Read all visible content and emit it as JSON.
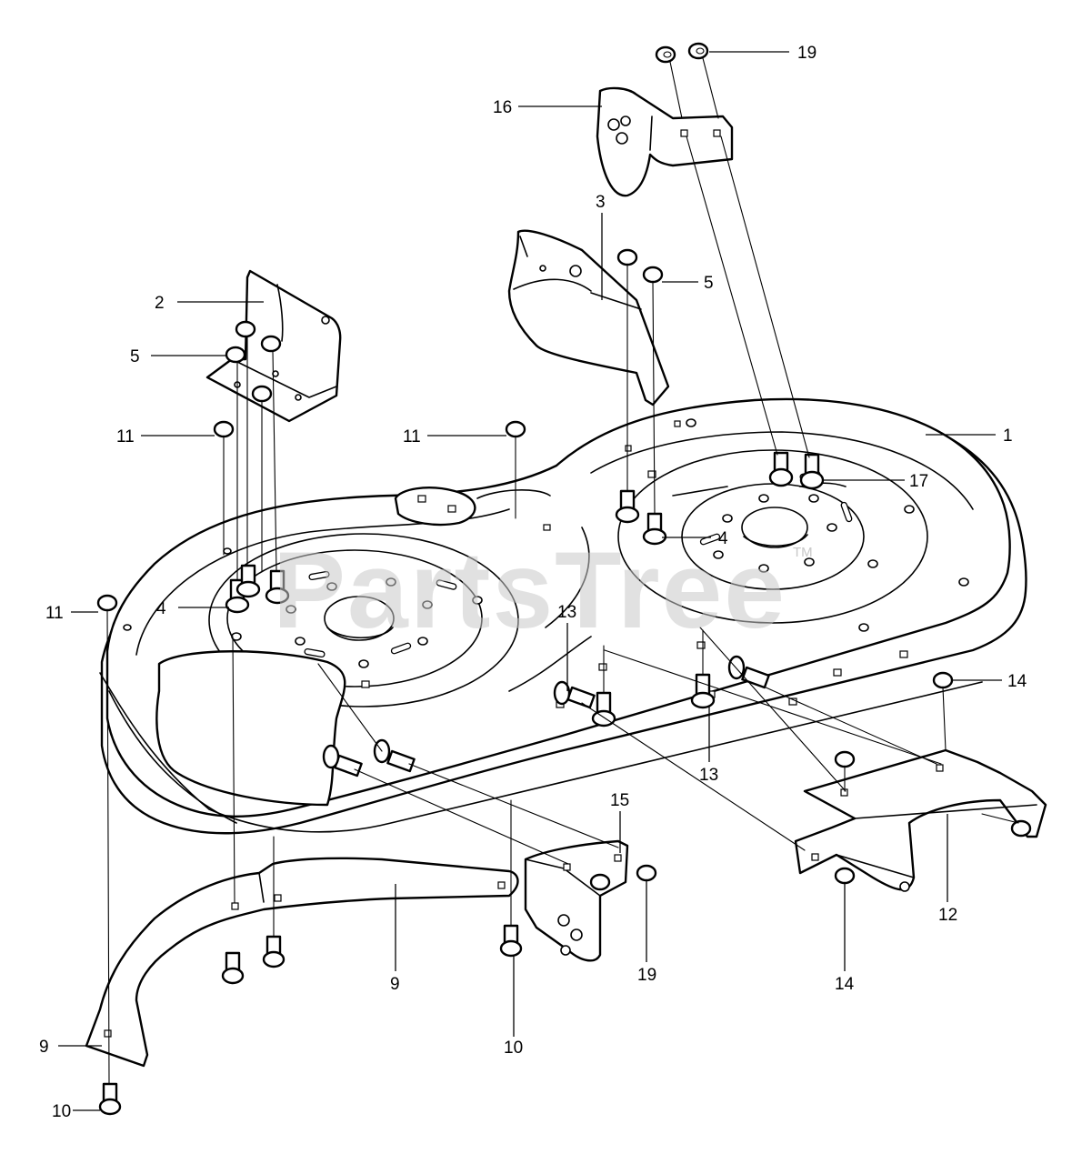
{
  "watermark": {
    "text": "PartsTree",
    "trademark": "TM"
  },
  "callouts": [
    {
      "id": "c1",
      "label": "1"
    },
    {
      "id": "c2",
      "label": "2"
    },
    {
      "id": "c3",
      "label": "3"
    },
    {
      "id": "c4a",
      "label": "4"
    },
    {
      "id": "c4b",
      "label": "4"
    },
    {
      "id": "c5a",
      "label": "5"
    },
    {
      "id": "c5b",
      "label": "5"
    },
    {
      "id": "c9a",
      "label": "9"
    },
    {
      "id": "c9b",
      "label": "9"
    },
    {
      "id": "c10a",
      "label": "10"
    },
    {
      "id": "c10b",
      "label": "10"
    },
    {
      "id": "c11a",
      "label": "11"
    },
    {
      "id": "c11b",
      "label": "11"
    },
    {
      "id": "c11c",
      "label": "11"
    },
    {
      "id": "c12",
      "label": "12"
    },
    {
      "id": "c13a",
      "label": "13"
    },
    {
      "id": "c13b",
      "label": "13"
    },
    {
      "id": "c14a",
      "label": "14"
    },
    {
      "id": "c14b",
      "label": "14"
    },
    {
      "id": "c15",
      "label": "15"
    },
    {
      "id": "c16",
      "label": "16"
    },
    {
      "id": "c17",
      "label": "17"
    },
    {
      "id": "c19a",
      "label": "19"
    },
    {
      "id": "c19b",
      "label": "19"
    }
  ]
}
